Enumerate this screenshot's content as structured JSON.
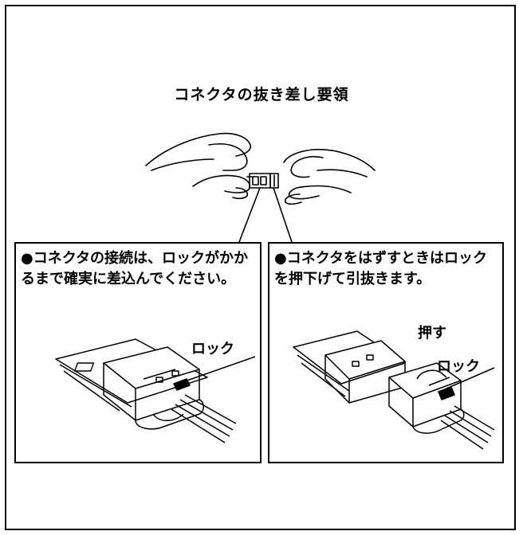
{
  "title": "コネクタの抜き差し要領",
  "left_panel": {
    "instruction": "●コネクタの接続は、ロックがかかるまで確実に差込んでください。",
    "lock_label": "ロック"
  },
  "right_panel": {
    "instruction": "●コネクタをはずすときはロックを押下げて引抜きます。",
    "push_label": "押す",
    "lock_label": "ロック"
  }
}
